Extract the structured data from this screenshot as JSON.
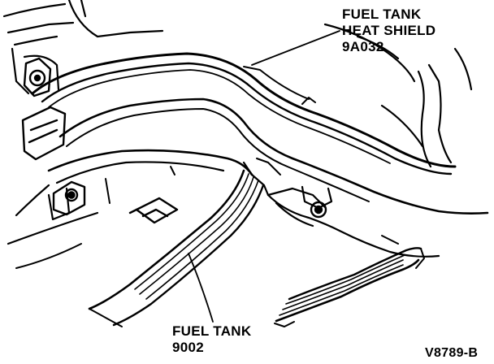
{
  "labels": {
    "heat_shield": {
      "name": "FUEL TANK",
      "line2": "HEAT SHIELD",
      "part_number": "9A032"
    },
    "fuel_tank": {
      "name": "FUEL TANK",
      "part_number": "9002"
    }
  },
  "figure_code": "V8789-B",
  "colors": {
    "ink": "#000000",
    "paper": "#ffffff"
  }
}
